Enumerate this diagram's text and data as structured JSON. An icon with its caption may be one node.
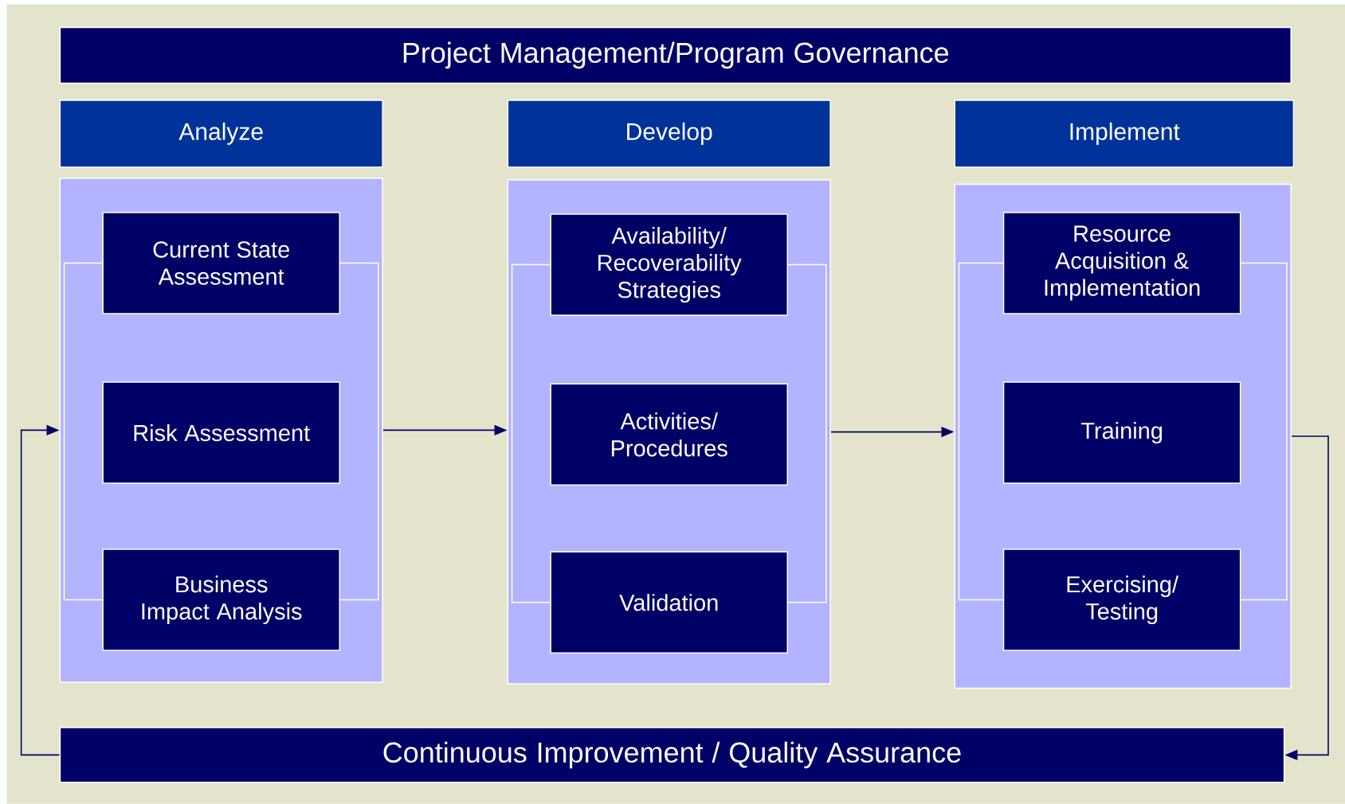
{
  "diagram": {
    "nodes": [
      {
        "text": [
          "Project Management/Program Governance"
        ]
      },
      {
        "text": [
          "Analyze"
        ]
      },
      {
        "text": [],
        "shape": "box"
      },
      {
        "text": [
          "Current State Assessment"
        ],
        "in": 2
      },
      {
        "text": [
          "Risk Assessment"
        ],
        "in": 2
      },
      {
        "text": [
          "Business Impact Analysis"
        ],
        "in": 2
      },
      {
        "text": [
          "Develop"
        ]
      },
      {
        "text": [],
        "shape": "box"
      },
      {
        "text": [
          "Availability/ Recoverability Strategies"
        ],
        "in": 7
      },
      {
        "text": [
          "Activities/ Procedures"
        ],
        "in": 7
      },
      {
        "text": [
          "Validation"
        ],
        "in": 7
      },
      {
        "text": [
          "Implement"
        ]
      },
      {
        "text": [],
        "shape": "box"
      },
      {
        "text": [
          "Resource Acquisition & Implementation"
        ],
        "in": 12
      },
      {
        "text": [
          "Training"
        ],
        "in": 12
      },
      {
        "text": [
          "Exercising/ Testing"
        ],
        "in": 12
      },
      {
        "text": [
          "Continuous Improvement / Quality Assurance"
        ]
      }
    ],
    "edges": [
      {
        "from": 2,
        "to": 7,
        "arrow": "to"
      },
      {
        "from": 7,
        "to": 12,
        "arrow": "to"
      },
      {
        "from": 12,
        "to": 16,
        "arrow": "to"
      },
      {
        "from": 16,
        "to": 2,
        "arrow": "to"
      }
    ]
  }
}
